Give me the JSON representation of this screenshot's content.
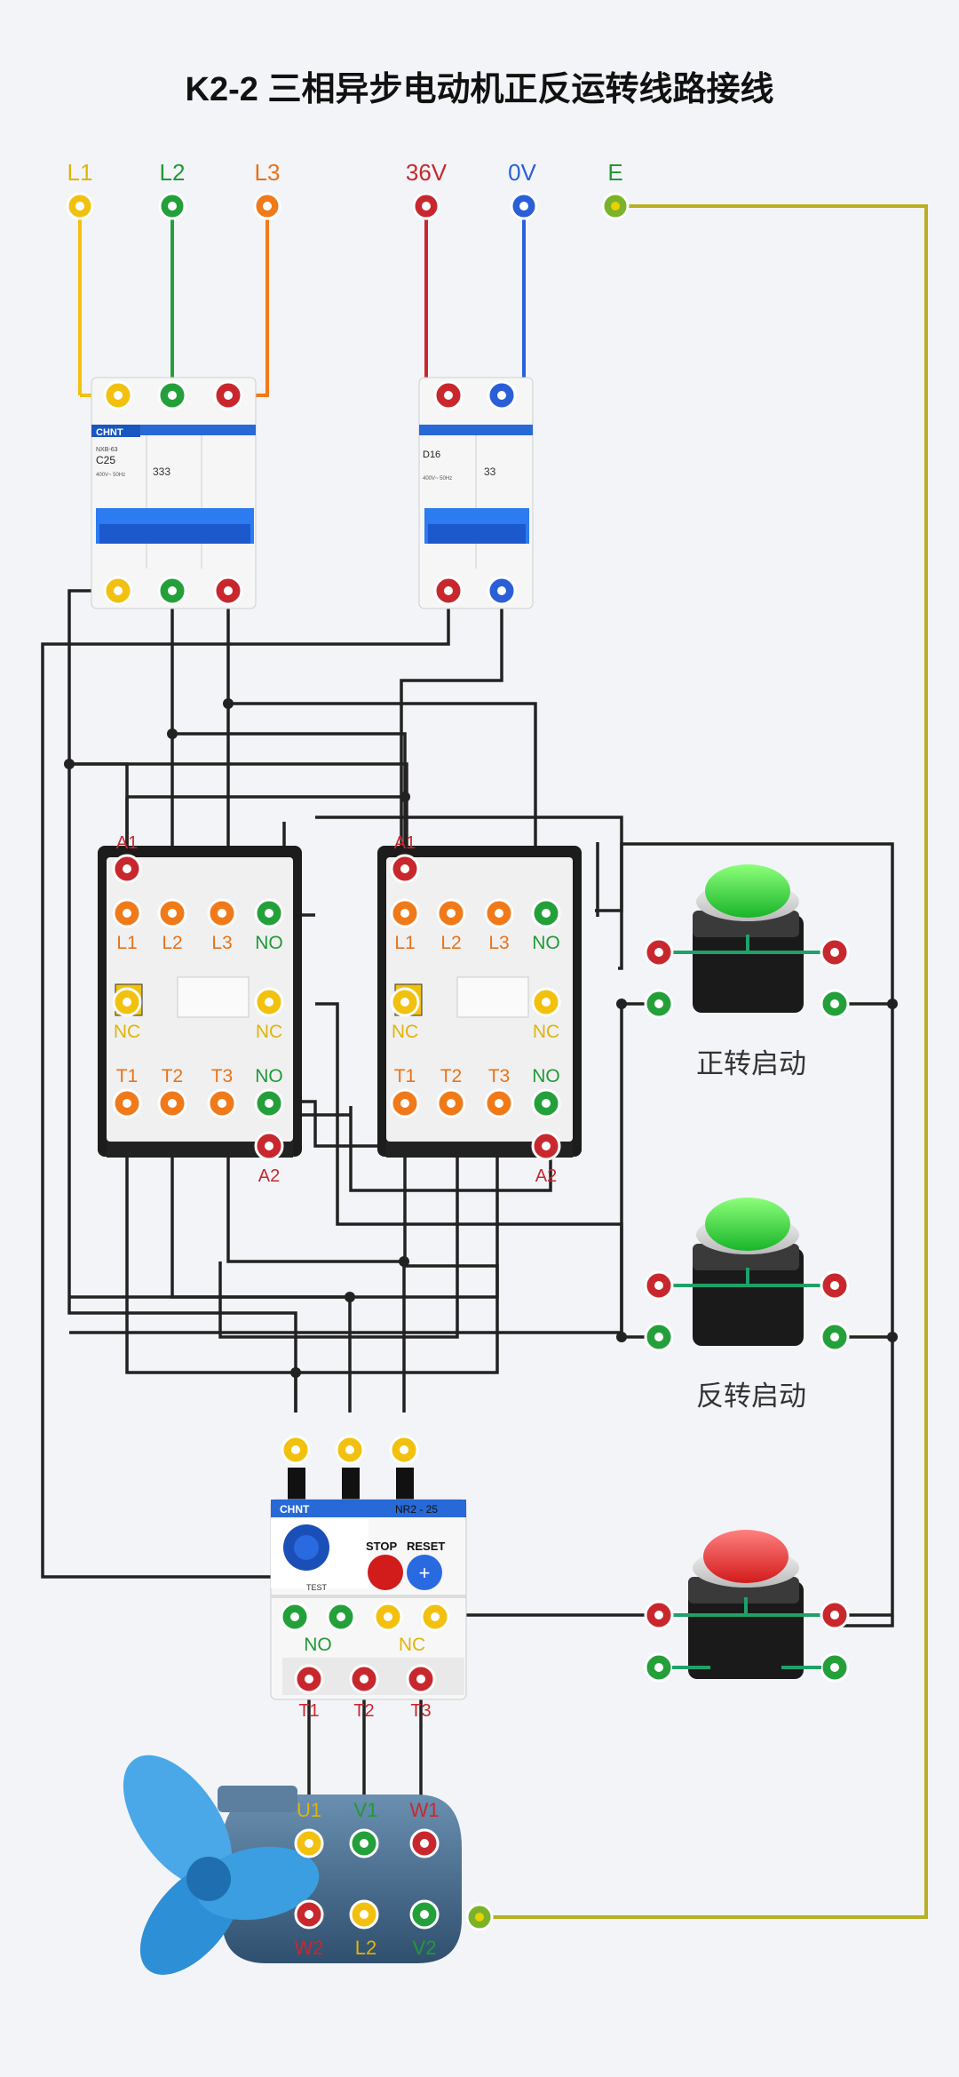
{
  "title": "K2-2 三相异步电动机正反运转线路接线",
  "colors": {
    "L1": "#f2c10f",
    "L2": "#23a03a",
    "L3": "#f07a1a",
    "V36": "#c8282d",
    "V0": "#2a5fd8",
    "E": "#7ab32a",
    "wire": "#222222",
    "earth_wire": "#b8b020",
    "orange_label": "#e8731a",
    "green_label": "#1f9a35",
    "red_label": "#c8282d",
    "yellow_label": "#e0b40a",
    "blue_label": "#2a5fd8"
  },
  "supply_labels": {
    "L1": "L1",
    "L2": "L2",
    "L3": "L3",
    "V36": "36V",
    "V0": "0V",
    "E": "E"
  },
  "breaker3": {
    "brand": "CHNT",
    "model": "NXB-63",
    "rating": "C25",
    "spec": "400V~ 50Hz",
    "marks": "333"
  },
  "breaker2": {
    "rating": "D16",
    "spec": "400V~ 50Hz",
    "marks": "33"
  },
  "contactor": {
    "coil_a1": "A1",
    "coil_a2": "A2",
    "top_labels": [
      "L1",
      "L2",
      "L3",
      "NO"
    ],
    "nc_label": "NC",
    "bottom_labels": [
      "T1",
      "T2",
      "T3",
      "NO"
    ]
  },
  "buttons": {
    "forward_label": "正转启动",
    "reverse_label": "反转启动",
    "forward_color": "green",
    "reverse_color": "green",
    "stop_color": "red"
  },
  "overload_relay": {
    "brand": "CHNT",
    "model": "NR2 - 25",
    "stop_label": "STOP",
    "reset_label": "RESET",
    "test_label": "TEST",
    "no_label": "NO",
    "nc_label": "NC",
    "output_labels": [
      "T1",
      "T2",
      "T3"
    ]
  },
  "motor": {
    "top_labels": [
      "U1",
      "V1",
      "W1"
    ],
    "bottom_labels": [
      "W2",
      "L2",
      "V2"
    ]
  }
}
